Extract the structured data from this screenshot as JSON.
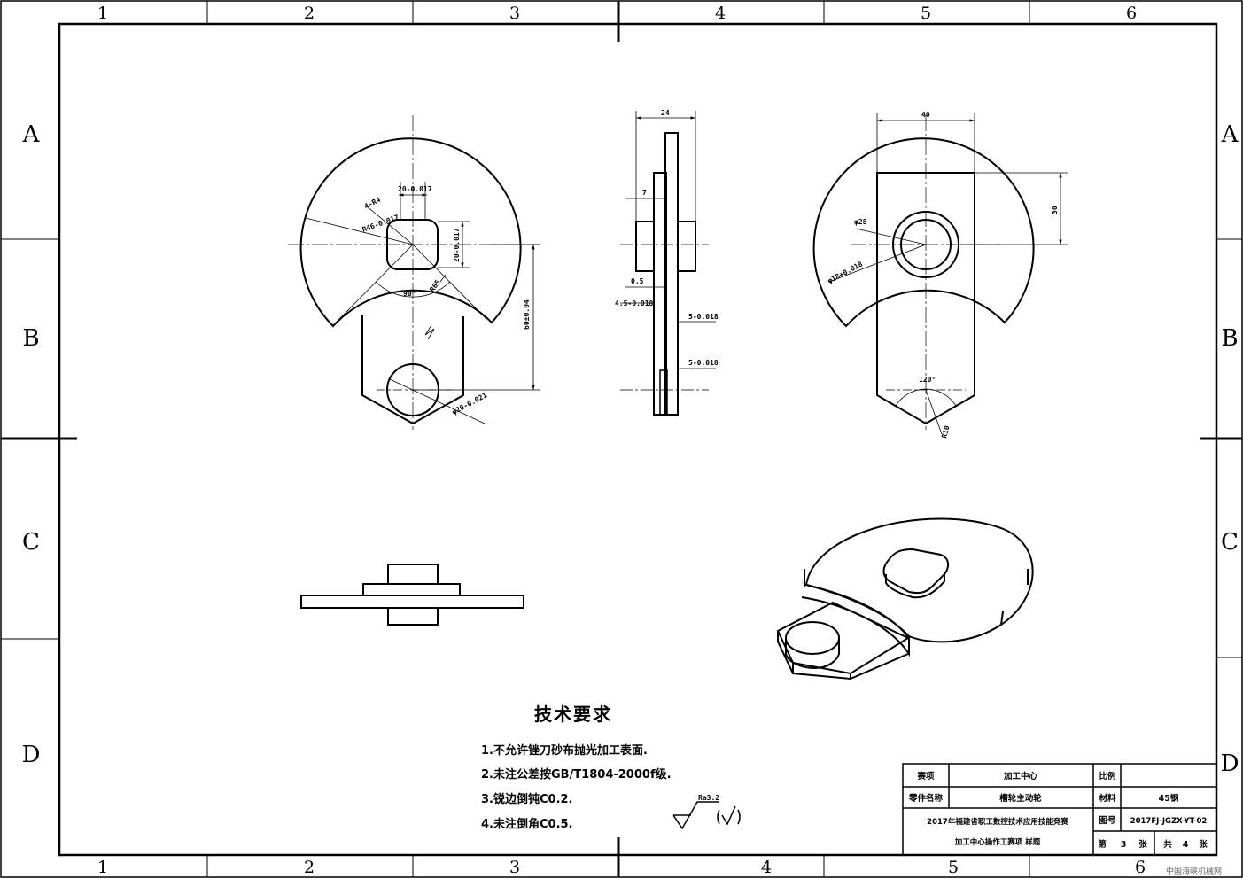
{
  "zones": {
    "columns_top": [
      "1",
      "2",
      "3",
      "4",
      "5",
      "6"
    ],
    "columns_bottom": [
      "1",
      "2",
      "3",
      "4",
      "5",
      "6"
    ],
    "rows": [
      "A",
      "B",
      "C",
      "D"
    ]
  },
  "dimensions": {
    "front": {
      "r46": "R46-0.017",
      "square_w": "20-0.017",
      "square_h": "20-0.017",
      "side": "4-R4",
      "angle": "90°",
      "r65": "R65",
      "h60": "60±0.04",
      "d20": "φ20-0.021"
    },
    "side": {
      "w24": "24",
      "seven": "7",
      "half": "0.5",
      "four5": "4.5-0.018",
      "five_a": "5-0.018",
      "five_b": "5-0.018"
    },
    "rear": {
      "w40": "40",
      "h30": "30",
      "d28": "φ28",
      "d18": "φ18+0.018",
      "ang120": "120°",
      "r10": "R10"
    }
  },
  "tech": {
    "title": "技术要求",
    "items": [
      "1.不允许锉刀砂布抛光加工表面.",
      "2.未注公差按GB/T1804-2000f级.",
      "3.锐边倒钝C0.2.",
      "4.未注倒角C0.5."
    ],
    "roughness": "Ra3.2"
  },
  "title_block": {
    "event_label": "赛项",
    "event_value": "加工中心",
    "scale_label": "比例",
    "scale_value": "",
    "part_label": "零件名称",
    "part_value": "槽轮主动轮",
    "material_label": "材料",
    "material_value": "45钢",
    "contest_line1": "2017年福建省职工数控技术应用技能竞赛",
    "contest_line2": "加工中心操作工赛项 样题",
    "drawing_no_label": "图号",
    "drawing_no_value": "2017FJ-JGZX-YT-02",
    "sheet_label_1": "第",
    "sheet_num": "3",
    "sheet_label_2": "张",
    "total_label_1": "共",
    "total_num": "4",
    "total_label_2": "张"
  },
  "watermark": "中国海峡机械网"
}
